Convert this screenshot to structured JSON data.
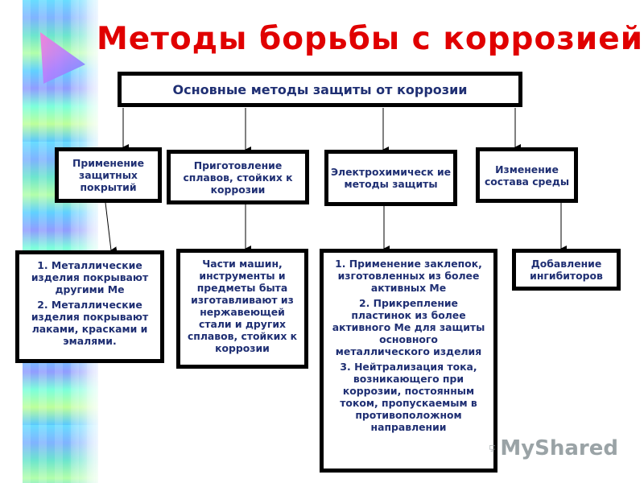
{
  "title": "Методы борьбы с коррозией",
  "diagram": {
    "root": "Основные методы защиты от коррозии",
    "categories": [
      "Применение защитных покрытий",
      "Приготовление сплавов, стойких к коррозии",
      "Электрохимическ ие методы защиты",
      "Изменение состава среды"
    ],
    "details": {
      "coatings": [
        "1. Металлические изделия покрывают другими Ме",
        "2. Металлические изделия покрывают лаками, красками и эмалями."
      ],
      "alloys": "Части машин, инструменты и предметы быта изготавливают из нержавеющей стали и других сплавов, стойких к коррозии",
      "electrochemical": [
        "1. Применение заклепок, изготовленных из более активных Ме",
        "2. Прикрепление пластинок из более активного Ме для защиты основного металлического изделия",
        "3. Нейтрализация тока, возникающего при коррозии, постоянным током, пропускаемым в противоположном направлении"
      ],
      "environment": "Добавление ингибиторов"
    }
  },
  "colors": {
    "title": "#e00000",
    "box_text": "#1f2f73",
    "border": "#000000"
  },
  "watermark": {
    "text": "MyShared",
    "icon": "presentation-board-icon"
  }
}
